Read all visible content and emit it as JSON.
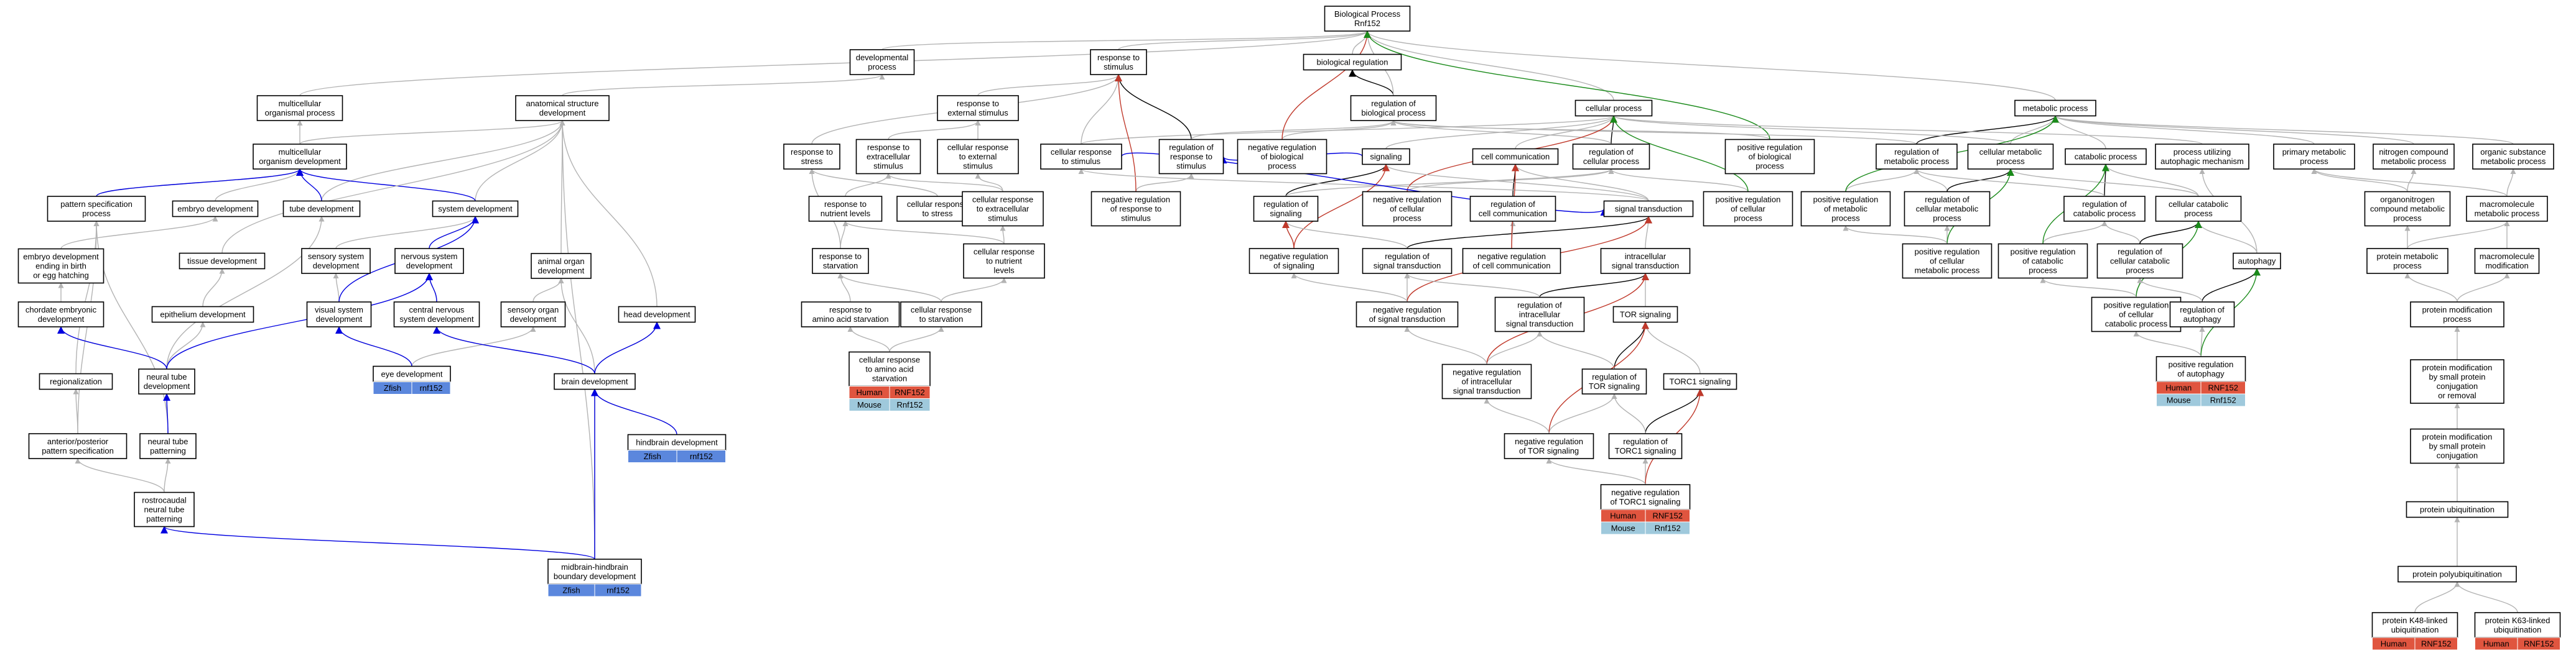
{
  "colors": {
    "is_a": "#b3b3b3",
    "part_of": "#000000",
    "negatively_regulates": "#c0392b",
    "positively_regulates": "#1a8a1a",
    "regulates": "#0000e0",
    "human_tag": "#e0553f",
    "mouse_tag": "#9fc9dc",
    "zfish_tag": "#5b87dd",
    "box_border": "#000000"
  },
  "nodes": [
    {
      "id": "root",
      "lines": [
        "Biological Process",
        "Rnf152"
      ]
    },
    {
      "id": "devproc",
      "lines": [
        "developmental",
        "process"
      ]
    },
    {
      "id": "biolreg",
      "lines": [
        "biological regulation"
      ]
    },
    {
      "id": "respstim",
      "lines": [
        "response to",
        "stimulus"
      ]
    },
    {
      "id": "multorg",
      "lines": [
        "multicellular",
        "organismal process"
      ]
    },
    {
      "id": "anatdev",
      "lines": [
        "anatomical structure",
        "development"
      ]
    },
    {
      "id": "respext",
      "lines": [
        "response to",
        "external stimulus"
      ]
    },
    {
      "id": "regbiol",
      "lines": [
        "regulation of",
        "biological process"
      ]
    },
    {
      "id": "cellproc",
      "lines": [
        "cellular process"
      ]
    },
    {
      "id": "metproc",
      "lines": [
        "metabolic process"
      ]
    },
    {
      "id": "multorgdev",
      "lines": [
        "multicellular",
        "organism development"
      ]
    },
    {
      "id": "respstress",
      "lines": [
        "response to",
        "stress"
      ]
    },
    {
      "id": "respextcell",
      "lines": [
        "response to",
        "extracellular",
        "stimulus"
      ]
    },
    {
      "id": "cellrespext",
      "lines": [
        "cellular response",
        "to external",
        "stimulus"
      ]
    },
    {
      "id": "cellrespstim",
      "lines": [
        "cellular response",
        "to stimulus"
      ]
    },
    {
      "id": "regrespstim",
      "lines": [
        "regulation of",
        "response to",
        "stimulus"
      ]
    },
    {
      "id": "negregbiol",
      "lines": [
        "negative regulation",
        "of biological",
        "process"
      ]
    },
    {
      "id": "signaling",
      "lines": [
        "signaling"
      ]
    },
    {
      "id": "cellcomm",
      "lines": [
        "cell communication"
      ]
    },
    {
      "id": "regcellproc",
      "lines": [
        "regulation of",
        "cellular process"
      ]
    },
    {
      "id": "posregbiol",
      "lines": [
        "positive regulation",
        "of biological",
        "process"
      ]
    },
    {
      "id": "regmet",
      "lines": [
        "regulation of",
        "metabolic process"
      ]
    },
    {
      "id": "cellmet",
      "lines": [
        "cellular metabolic",
        "process"
      ]
    },
    {
      "id": "catab",
      "lines": [
        "catabolic process"
      ]
    },
    {
      "id": "procauto",
      "lines": [
        "process utilizing",
        "autophagic mechanism"
      ]
    },
    {
      "id": "primmet",
      "lines": [
        "primary metabolic",
        "process"
      ]
    },
    {
      "id": "nitmet",
      "lines": [
        "nitrogen compound",
        "metabolic process"
      ]
    },
    {
      "id": "orgsub",
      "lines": [
        "organic substance",
        "metabolic process"
      ]
    },
    {
      "id": "patspec",
      "lines": [
        "pattern specification",
        "process"
      ]
    },
    {
      "id": "embdev",
      "lines": [
        "embryo development"
      ]
    },
    {
      "id": "tubedev",
      "lines": [
        "tube development"
      ]
    },
    {
      "id": "sysdev",
      "lines": [
        "system development"
      ]
    },
    {
      "id": "respnutr",
      "lines": [
        "response to",
        "nutrient levels"
      ]
    },
    {
      "id": "cellrespstress",
      "lines": [
        "cellular response",
        "to stress"
      ]
    },
    {
      "id": "cellrespextcell",
      "lines": [
        "cellular response",
        "to extracellular",
        "stimulus"
      ]
    },
    {
      "id": "negregresp",
      "lines": [
        "negative regulation",
        "of response to",
        "stimulus"
      ]
    },
    {
      "id": "regsig",
      "lines": [
        "regulation of",
        "signaling"
      ]
    },
    {
      "id": "negregcell",
      "lines": [
        "negative regulation",
        "of cellular",
        "process"
      ]
    },
    {
      "id": "regcellcomm",
      "lines": [
        "regulation of",
        "cell communication"
      ]
    },
    {
      "id": "sigtrans",
      "lines": [
        "signal transduction"
      ]
    },
    {
      "id": "posregcell",
      "lines": [
        "positive regulation",
        "of cellular",
        "process"
      ]
    },
    {
      "id": "posregmet",
      "lines": [
        "positive regulation",
        "of metabolic",
        "process"
      ]
    },
    {
      "id": "regcellmet",
      "lines": [
        "regulation of",
        "cellular metabolic",
        "process"
      ]
    },
    {
      "id": "regcatab",
      "lines": [
        "regulation of",
        "catabolic process"
      ]
    },
    {
      "id": "cellcatab",
      "lines": [
        "cellular catabolic",
        "process"
      ]
    },
    {
      "id": "orgnitmet",
      "lines": [
        "organonitrogen",
        "compound metabolic",
        "process"
      ]
    },
    {
      "id": "macromod",
      "lines": [
        "macromolecule",
        "metabolic process"
      ]
    },
    {
      "id": "embend",
      "lines": [
        "embryo development",
        "ending in birth",
        "or egg hatching"
      ]
    },
    {
      "id": "tissdev",
      "lines": [
        "tissue development"
      ]
    },
    {
      "id": "sensdev",
      "lines": [
        "sensory system",
        "development"
      ]
    },
    {
      "id": "nervdev",
      "lines": [
        "nervous system",
        "development"
      ]
    },
    {
      "id": "animorg",
      "lines": [
        "animal organ",
        "development"
      ]
    },
    {
      "id": "respstarv",
      "lines": [
        "response to",
        "starvation"
      ]
    },
    {
      "id": "cellrespnutr",
      "lines": [
        "cellular response",
        "to nutrient",
        "levels"
      ]
    },
    {
      "id": "negregsig",
      "lines": [
        "negative regulation",
        "of signaling"
      ]
    },
    {
      "id": "regsigtrans",
      "lines": [
        "regulation of",
        "signal transduction"
      ]
    },
    {
      "id": "negregcellcomm",
      "lines": [
        "negative regulation",
        "of cell communication"
      ]
    },
    {
      "id": "intrasig",
      "lines": [
        "intracellular",
        "signal transduction"
      ]
    },
    {
      "id": "posregcellmet",
      "lines": [
        "positive regulation",
        "of cellular",
        "metabolic process"
      ]
    },
    {
      "id": "posregcatab",
      "lines": [
        "positive regulation",
        "of catabolic",
        "process"
      ]
    },
    {
      "id": "regcellcatab",
      "lines": [
        "regulation of",
        "cellular catabolic",
        "process"
      ]
    },
    {
      "id": "autophagy",
      "lines": [
        "autophagy"
      ]
    },
    {
      "id": "protmet",
      "lines": [
        "protein metabolic",
        "process"
      ]
    },
    {
      "id": "macrom",
      "lines": [
        "macromolecule",
        "modification"
      ]
    },
    {
      "id": "chordemb",
      "lines": [
        "chordate embryonic",
        "development"
      ]
    },
    {
      "id": "epidev",
      "lines": [
        "epithelium development"
      ]
    },
    {
      "id": "visdev",
      "lines": [
        "visual system",
        "development"
      ]
    },
    {
      "id": "cnsdev",
      "lines": [
        "central nervous",
        "system development"
      ]
    },
    {
      "id": "sensorg",
      "lines": [
        "sensory organ",
        "development"
      ]
    },
    {
      "id": "headdev",
      "lines": [
        "head development"
      ]
    },
    {
      "id": "respaastarv",
      "lines": [
        "response to",
        "amino acid starvation"
      ]
    },
    {
      "id": "cellrespstarv",
      "lines": [
        "cellular response",
        "to starvation"
      ]
    },
    {
      "id": "negregsigtrans",
      "lines": [
        "negative regulation",
        "of signal transduction"
      ]
    },
    {
      "id": "regintrasig",
      "lines": [
        "regulation of",
        "intracellular",
        "signal transduction"
      ]
    },
    {
      "id": "torsig",
      "lines": [
        "TOR signaling"
      ]
    },
    {
      "id": "posregcellcatab",
      "lines": [
        "positive regulation",
        "of cellular",
        "catabolic process"
      ]
    },
    {
      "id": "regauto",
      "lines": [
        "regulation of",
        "autophagy"
      ]
    },
    {
      "id": "protmod",
      "lines": [
        "protein modification",
        "process"
      ]
    },
    {
      "id": "regionalization",
      "lines": [
        "regionalization"
      ]
    },
    {
      "id": "neuraltube",
      "lines": [
        "neural tube",
        "development"
      ]
    },
    {
      "id": "eyedev",
      "lines": [
        "eye development"
      ],
      "tags": [
        {
          "species": "Zfish",
          "symbol": "rnf152"
        }
      ]
    },
    {
      "id": "braindev",
      "lines": [
        "brain development"
      ]
    },
    {
      "id": "cellrespaa",
      "lines": [
        "cellular response",
        "to amino acid",
        "starvation"
      ],
      "tags": [
        {
          "species": "Human",
          "symbol": "RNF152"
        },
        {
          "species": "Mouse",
          "symbol": "Rnf152"
        }
      ]
    },
    {
      "id": "negregintra",
      "lines": [
        "negative regulation",
        "of intracellular",
        "signal transduction"
      ]
    },
    {
      "id": "regtor",
      "lines": [
        "regulation of",
        "TOR signaling"
      ]
    },
    {
      "id": "torc1",
      "lines": [
        "TORC1 signaling"
      ]
    },
    {
      "id": "posregauto",
      "lines": [
        "positive regulation",
        "of autophagy"
      ],
      "tags": [
        {
          "species": "Human",
          "symbol": "RNF152"
        },
        {
          "species": "Mouse",
          "symbol": "Rnf152"
        }
      ]
    },
    {
      "id": "protmodsmall",
      "lines": [
        "protein modification",
        "by small protein",
        "conjugation",
        "or removal"
      ]
    },
    {
      "id": "hindbrain",
      "lines": [
        "hindbrain development"
      ],
      "tags": [
        {
          "species": "Zfish",
          "symbol": "rnf152"
        }
      ]
    },
    {
      "id": "antpost",
      "lines": [
        "anterior/posterior",
        "pattern specification"
      ]
    },
    {
      "id": "neuraltubepat",
      "lines": [
        "neural tube",
        "patterning"
      ]
    },
    {
      "id": "negregtor",
      "lines": [
        "negative regulation",
        "of TOR signaling"
      ]
    },
    {
      "id": "regtorc1",
      "lines": [
        "regulation of",
        "TORC1 signaling"
      ]
    },
    {
      "id": "protmodconj",
      "lines": [
        "protein modification",
        "by small protein",
        "conjugation"
      ]
    },
    {
      "id": "rostro",
      "lines": [
        "rostrocaudal",
        "neural tube",
        "patterning"
      ]
    },
    {
      "id": "negregtorc1",
      "lines": [
        "negative regulation",
        "of TORC1 signaling"
      ],
      "tags": [
        {
          "species": "Human",
          "symbol": "RNF152"
        },
        {
          "species": "Mouse",
          "symbol": "Rnf152"
        }
      ]
    },
    {
      "id": "protubiq",
      "lines": [
        "protein ubiquitination"
      ]
    },
    {
      "id": "midhind",
      "lines": [
        "midbrain-hindbrain",
        "boundary development"
      ],
      "tags": [
        {
          "species": "Zfish",
          "symbol": "rnf152"
        }
      ]
    },
    {
      "id": "protpolyubiq",
      "lines": [
        "protein polyubiquitination"
      ]
    },
    {
      "id": "k48",
      "lines": [
        "protein K48-linked",
        "ubiquitination"
      ],
      "tags": [
        {
          "species": "Human",
          "symbol": "RNF152"
        }
      ]
    },
    {
      "id": "k63",
      "lines": [
        "protein K63-linked",
        "ubiquitination"
      ],
      "tags": [
        {
          "species": "Human",
          "symbol": "RNF152"
        }
      ]
    }
  ]
}
